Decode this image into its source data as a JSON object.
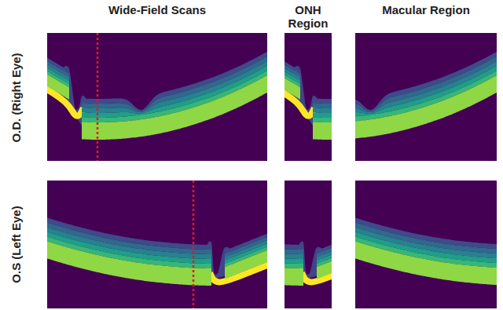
{
  "diagram": {
    "labels": [
      "Wide-Field Scans",
      "ONH Region",
      "Macular Region",
      "O.D. (Right Eye)",
      "O.S (Left Eye)"
    ]
  }
}
